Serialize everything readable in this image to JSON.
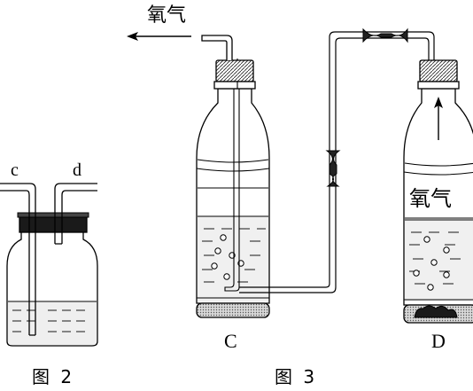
{
  "figure2": {
    "caption": "图 2",
    "label_c": "c",
    "label_d": "d"
  },
  "figure3": {
    "caption": "图 3",
    "label_C": "C",
    "label_D": "D",
    "arrow_label": "氧气",
    "bottle_d_label": "氧气"
  }
}
